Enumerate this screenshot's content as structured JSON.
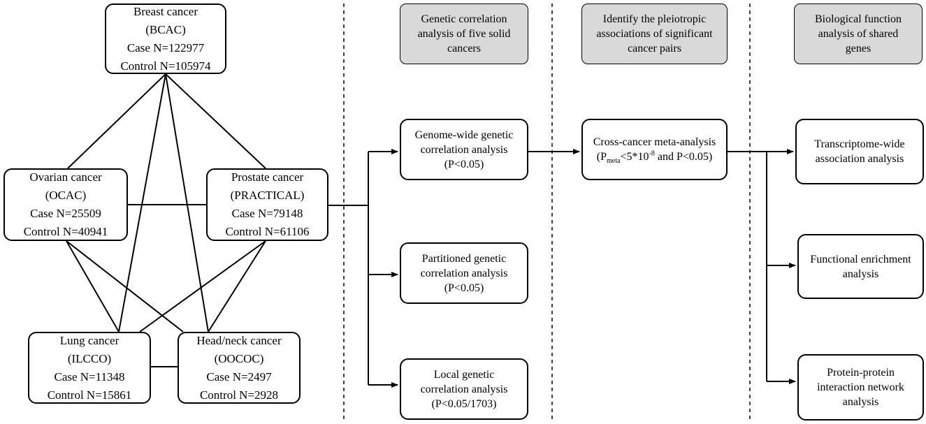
{
  "cancers": {
    "breast": {
      "name": "Breast cancer",
      "consortium": "(BCAC)",
      "case": "Case N=122977",
      "control": "Control N=105974"
    },
    "ovarian": {
      "name": "Ovarian cancer",
      "consortium": "(OCAC)",
      "case": "Case N=25509",
      "control": "Control N=40941"
    },
    "prostate": {
      "name": "Prostate cancer",
      "consortium": "(PRACTICAL)",
      "case": "Case N=79148",
      "control": "Control N=61106"
    },
    "lung": {
      "name": "Lung cancer",
      "consortium": "(ILCCO)",
      "case": "Case N=11348",
      "control": "Control N=15861"
    },
    "headneck": {
      "name": "Head/neck cancer",
      "consortium": "(OOCOC)",
      "case": "Case N=2497",
      "control": "Control N=2928"
    }
  },
  "headers": {
    "h1": [
      "Genetic correlation",
      "analysis of five solid",
      "cancers"
    ],
    "h2": [
      "Identify the pleiotropic",
      "associations of significant",
      "cancer pairs"
    ],
    "h3": [
      "Biological function",
      "analysis of shared",
      "genes"
    ]
  },
  "steps": {
    "genome_wide": [
      "Genome-wide genetic",
      "correlation analysis",
      "(P<0.05)"
    ],
    "partitioned": [
      "Partitioned genetic",
      "correlation analysis",
      "(P<0.05)"
    ],
    "local": [
      "Local genetic",
      "correlation analysis",
      "(P<0.05/1703)"
    ],
    "meta": {
      "line1": "Cross-cancer meta-analysis",
      "p": "(P",
      "sub": "meta",
      "lt": "<5*10",
      "sup": "-8",
      "rest": " and P<0.05)"
    },
    "twas": [
      "Transcriptome-wide",
      "association analysis"
    ],
    "enrichment": [
      "Functional enrichment",
      "analysis"
    ],
    "ppi": [
      "Protein-protein",
      "interaction network",
      "analysis"
    ]
  }
}
